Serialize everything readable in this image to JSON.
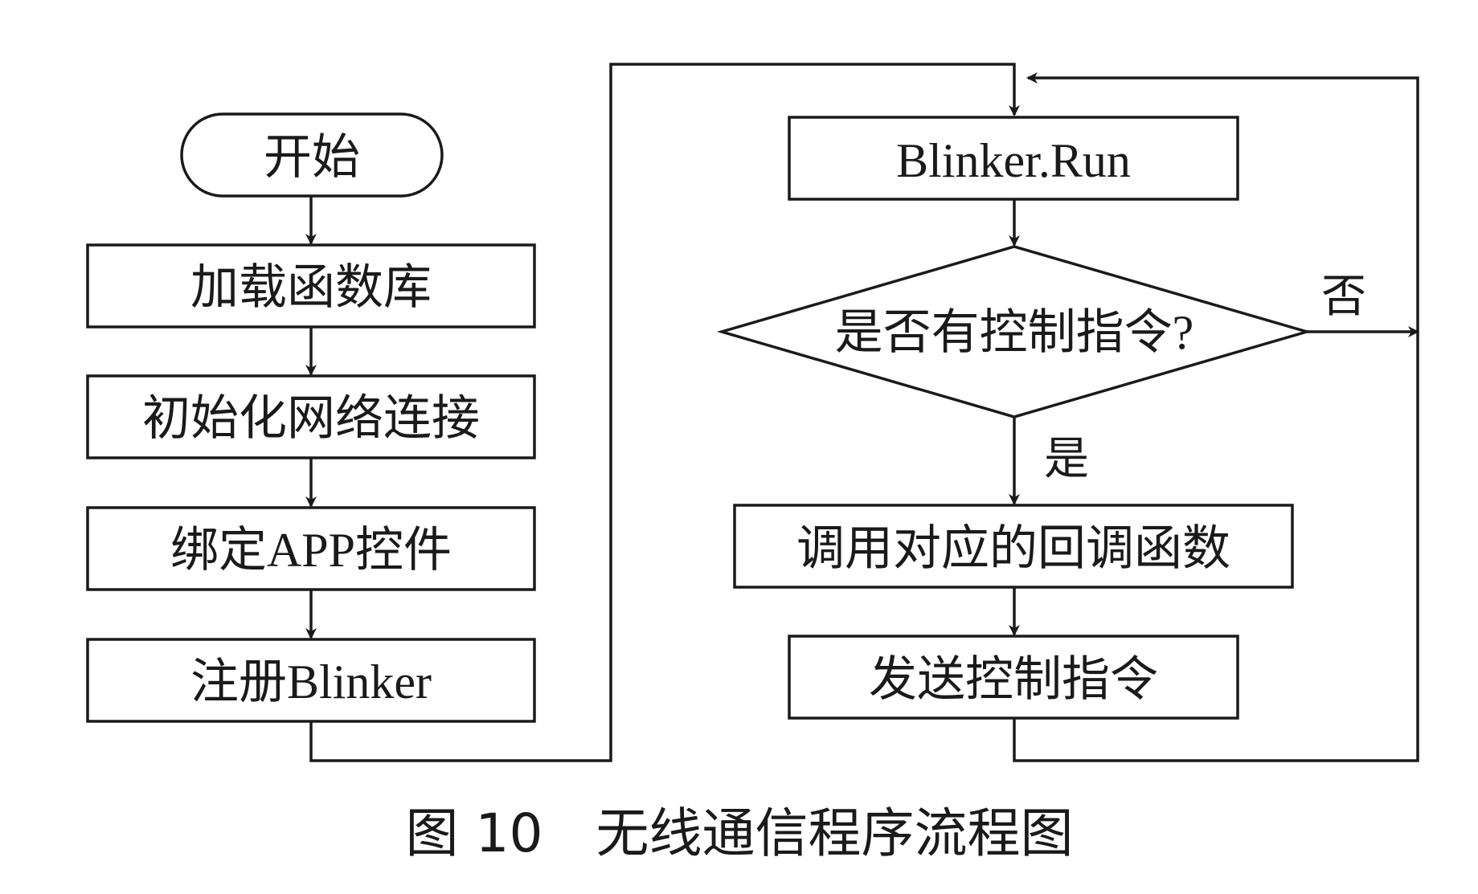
{
  "nodes": {
    "start": "开始",
    "load_library": "加载函数库",
    "init_network": "初始化网络连接",
    "bind_app": "绑定APP控件",
    "register_blinker": "注册Blinker",
    "blinker_run": "Blinker.Run",
    "decision": "是否有控制指令?",
    "call_callback": "调用对应的回调函数",
    "send_command": "发送控制指令"
  },
  "edge_labels": {
    "no": "否",
    "yes": "是"
  },
  "caption": "图 10　无线通信程序流程图"
}
